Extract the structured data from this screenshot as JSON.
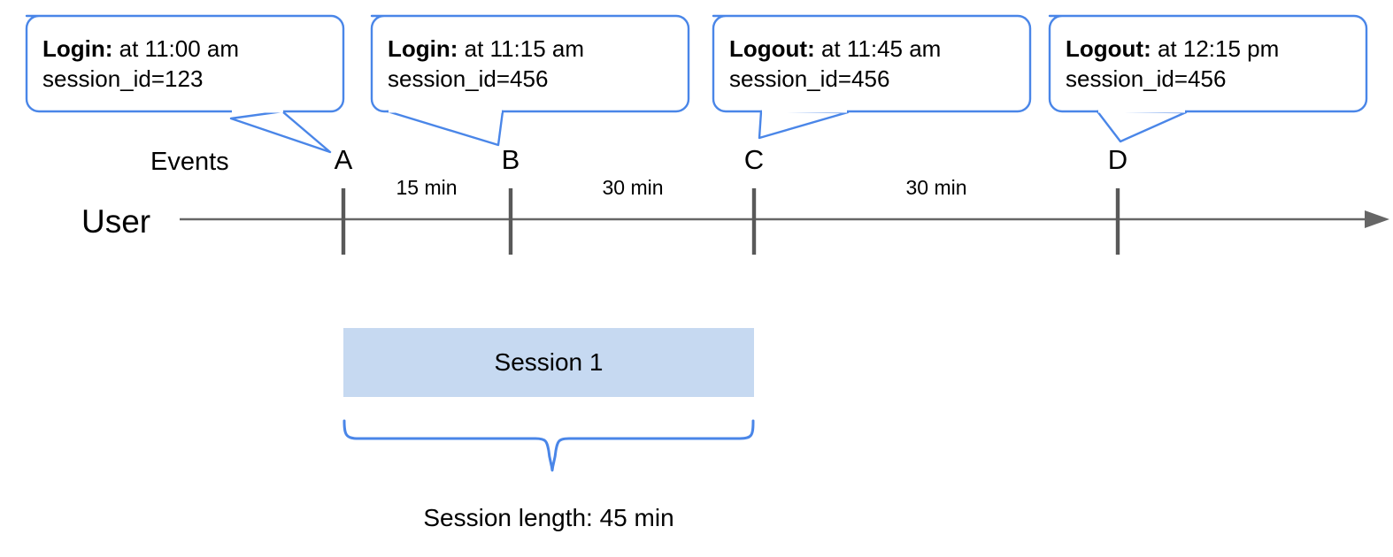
{
  "diagram": {
    "title_row_label": "Events",
    "lane_label": "User",
    "axis_arrow": "right-arrow",
    "callouts": [
      {
        "event_type": "Login:",
        "time_text": " at 11:00 am",
        "session_line": "session_id=123",
        "points_to": "A"
      },
      {
        "event_type": "Login:",
        "time_text": " at 11:15 am",
        "session_line": "session_id=456",
        "points_to": "B"
      },
      {
        "event_type": "Logout:",
        "time_text": " at 11:45 am",
        "session_line": "session_id=456",
        "points_to": "C"
      },
      {
        "event_type": "Logout:",
        "time_text": " at 12:15 pm",
        "session_line": "session_id=456",
        "points_to": "D"
      }
    ],
    "markers": [
      {
        "label": "A"
      },
      {
        "label": "B"
      },
      {
        "label": "C"
      },
      {
        "label": "D"
      }
    ],
    "intervals": [
      {
        "label": "15 min",
        "from": "A",
        "to": "B"
      },
      {
        "label": "30 min",
        "from": "B",
        "to": "C"
      },
      {
        "label": "30 min",
        "from": "C",
        "to": "D"
      }
    ],
    "session_bar": {
      "label": "Session 1",
      "fill_color": "#c6d9f1",
      "spans_from": "A",
      "spans_to": "C"
    },
    "session_length_label": "Session length: 45 min",
    "colors": {
      "callout_border": "#4a86e8",
      "brace": "#4a86e8",
      "axis": "#666666",
      "tick": "#595959",
      "session_fill": "#c6d9f1"
    }
  }
}
